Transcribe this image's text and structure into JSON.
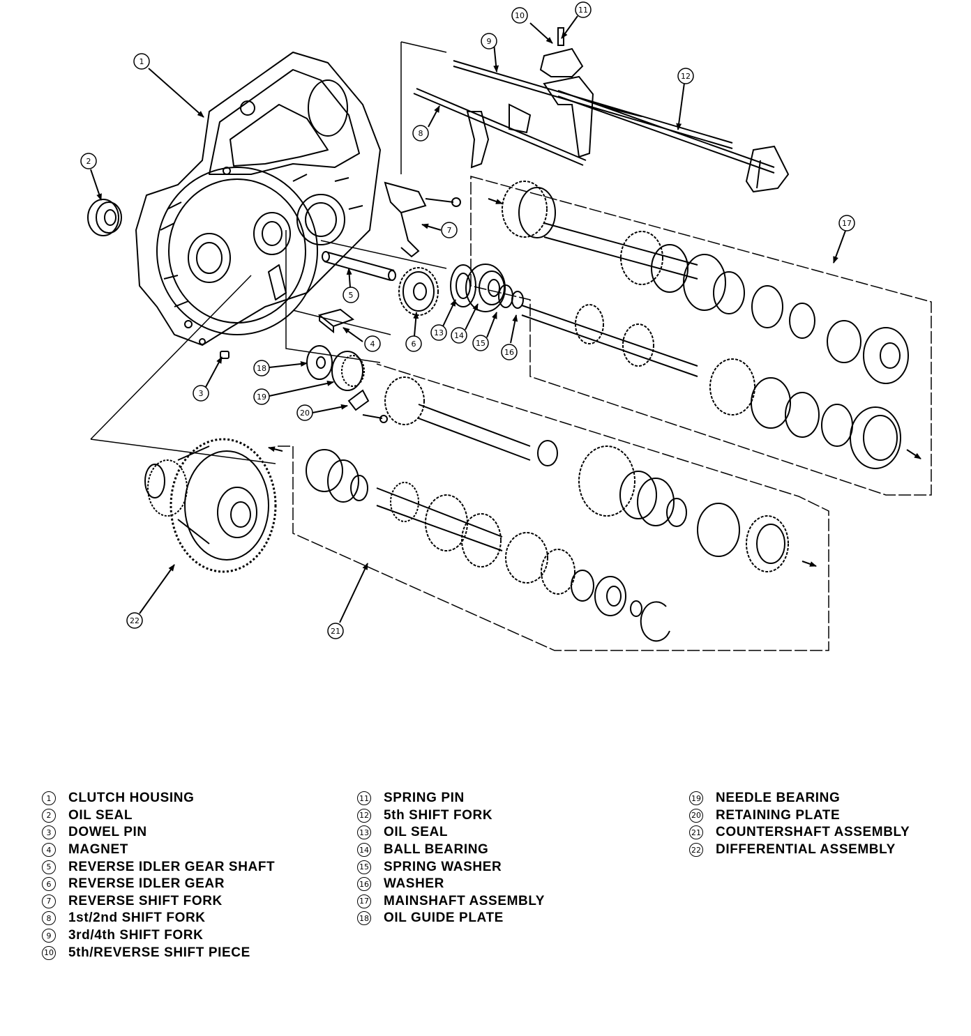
{
  "callouts": [
    "1",
    "2",
    "3",
    "4",
    "5",
    "6",
    "7",
    "8",
    "9",
    "10",
    "11",
    "12",
    "13",
    "14",
    "15",
    "16",
    "17",
    "18",
    "19",
    "20",
    "21",
    "22"
  ],
  "legend": {
    "column1": [
      {
        "num": "1",
        "text": "CLUTCH HOUSING"
      },
      {
        "num": "2",
        "text": "OIL SEAL"
      },
      {
        "num": "3",
        "text": "DOWEL PIN"
      },
      {
        "num": "4",
        "text": "MAGNET"
      },
      {
        "num": "5",
        "text": "REVERSE IDLER GEAR SHAFT"
      },
      {
        "num": "6",
        "text": "REVERSE IDLER GEAR"
      },
      {
        "num": "7",
        "text": "REVERSE SHIFT FORK"
      },
      {
        "num": "8",
        "text": "1st/2nd SHIFT FORK"
      },
      {
        "num": "9",
        "text": "3rd/4th SHIFT FORK"
      },
      {
        "num": "10",
        "text": "5th/REVERSE SHIFT PIECE"
      }
    ],
    "column2": [
      {
        "num": "11",
        "text": "SPRING PIN"
      },
      {
        "num": "12",
        "text": "5th SHIFT FORK"
      },
      {
        "num": "13",
        "text": "OIL SEAL"
      },
      {
        "num": "14",
        "text": "BALL BEARING"
      },
      {
        "num": "15",
        "text": "SPRING WASHER"
      },
      {
        "num": "16",
        "text": "WASHER"
      },
      {
        "num": "17",
        "text": "MAINSHAFT ASSEMBLY"
      },
      {
        "num": "18",
        "text": "OIL GUIDE PLATE"
      }
    ],
    "column3": [
      {
        "num": "19",
        "text": "NEEDLE BEARING"
      },
      {
        "num": "20",
        "text": "RETAINING PLATE"
      },
      {
        "num": "21",
        "text": "COUNTERSHAFT ASSEMBLY"
      },
      {
        "num": "22",
        "text": "DIFFERENTIAL ASSEMBLY"
      }
    ]
  }
}
